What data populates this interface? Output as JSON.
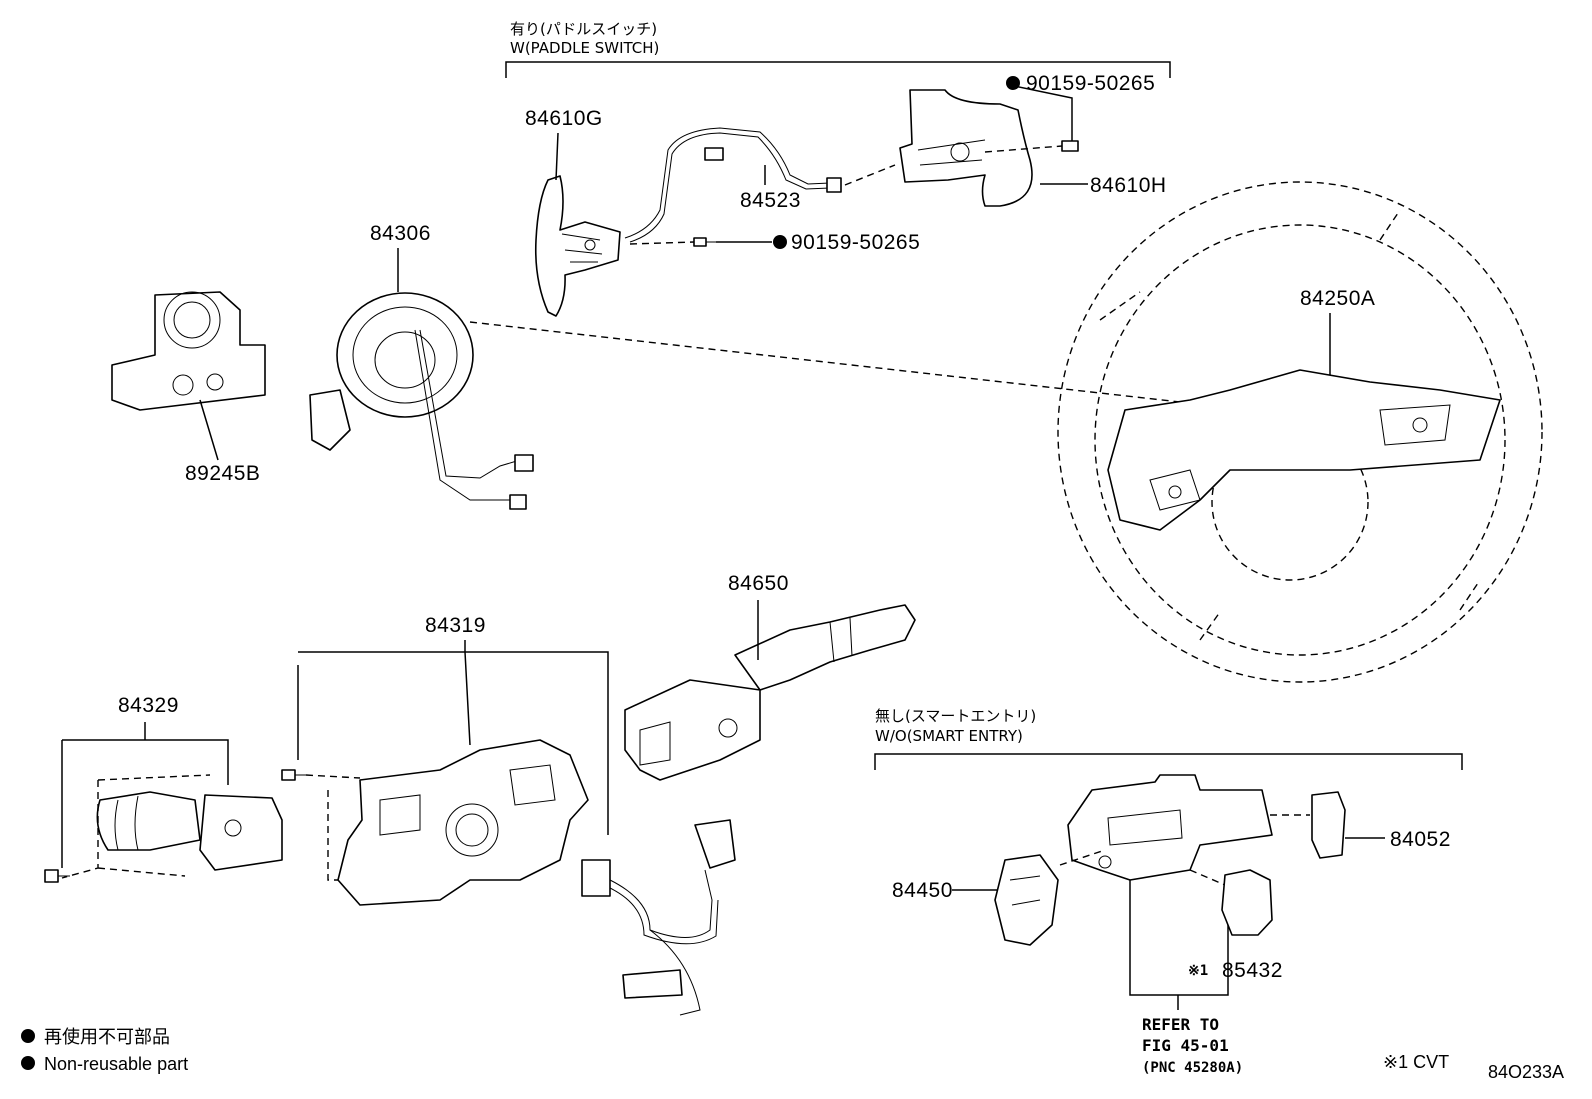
{
  "groups": {
    "paddle_jp": "有り(パドルスイッチ)",
    "paddle_en": "W(PADDLE SWITCH)",
    "smart_jp": "無し(スマートエントリ)",
    "smart_en": "W/O(SMART ENTRY)"
  },
  "parts": {
    "p84610G": "84610G",
    "p84523": "84523",
    "p90159a": "90159-50265",
    "p90159b": "90159-50265",
    "p84610H": "84610H",
    "p84306": "84306",
    "p89245B": "89245B",
    "p84250A": "84250A",
    "p84650": "84650",
    "p84319": "84319",
    "p84329": "84329",
    "p84450": "84450",
    "p84052": "84052",
    "p85432": "85432",
    "cvt_mark": "※1"
  },
  "refer": {
    "line1": "REFER TO",
    "line2": "FIG 45-01",
    "line3": "(PNC 45280A)"
  },
  "legend": {
    "jp": "再使用不可部品",
    "en": "Non-reusable part"
  },
  "footnote": "※1 CVT",
  "figure_id": "84O233A"
}
